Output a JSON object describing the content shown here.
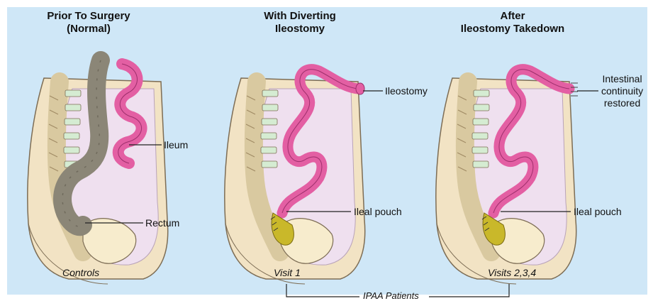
{
  "panels": [
    {
      "title_line1": "Prior To Surgery",
      "title_line2": "(Normal)",
      "labels": [
        "Ileum",
        "Rectum"
      ],
      "caption": "Controls"
    },
    {
      "title_line1": "With Diverting",
      "title_line2": "Ileostomy",
      "labels": [
        "Ileostomy",
        "Ileal pouch"
      ],
      "caption": "Visit 1"
    },
    {
      "title_line1": "After",
      "title_line2": "Ileostomy Takedown",
      "labels": [
        "Intestinal",
        "continuity",
        "restored",
        "Ileal pouch"
      ],
      "caption": "Visits 2,3,4"
    }
  ],
  "group_label": "IPAA Patients",
  "colors": {
    "background": "#cfe7f7",
    "ileum": "#e35fa3",
    "colon": "#8b8677",
    "pouch": "#c9b82a",
    "body": "#f2e3c4",
    "pelvis_cavity": "#efe0ef"
  }
}
